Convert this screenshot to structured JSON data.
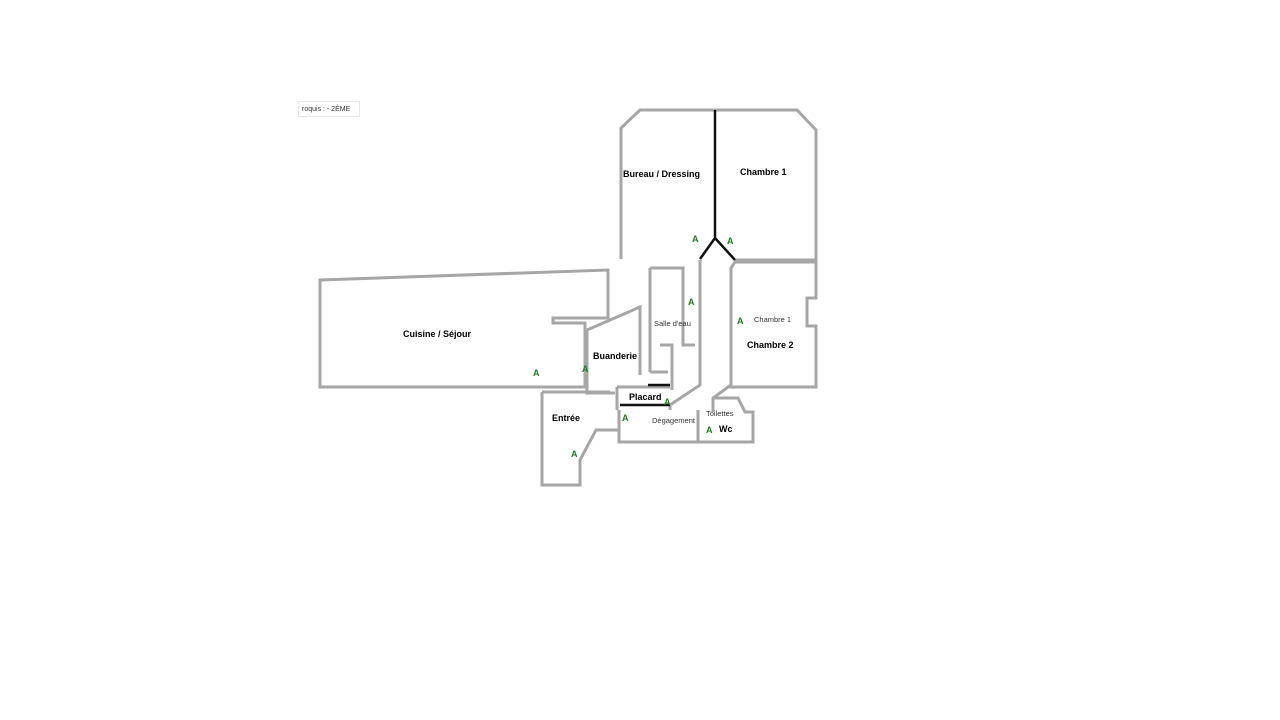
{
  "caption": "roquis : - 2ÈME",
  "colors": {
    "wall": "#a6a6a6",
    "partition": "#111111",
    "door_marker": "#1e7a1e"
  },
  "rooms": {
    "bureau_dressing": "Bureau / Dressing",
    "chambre1": "Chambre 1",
    "chambre1_small": "Chambre 1",
    "chambre2": "Chambre 2",
    "salle_deau": "Salle d'eau",
    "cuisine_sejour": "Cuisine / Séjour",
    "buanderie": "Buanderie",
    "placard": "Placard",
    "entree": "Entrée",
    "degagement": "Dégagement",
    "toilettes": "Toilettes",
    "wc": "Wc"
  },
  "door_marker": "A"
}
